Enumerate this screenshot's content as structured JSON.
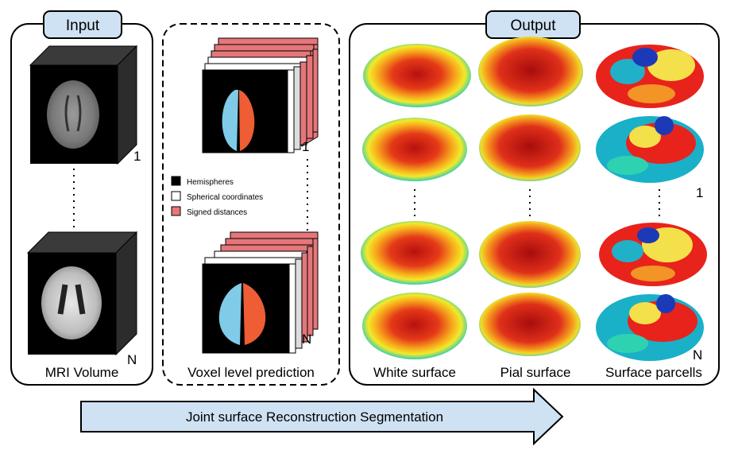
{
  "input_panel": {
    "tab_label": "Input",
    "caption": "MRI Volume",
    "index_first": "1",
    "index_last": "N"
  },
  "prediction_panel": {
    "caption": "Voxel level prediction",
    "index_first": "1",
    "index_last": "N",
    "legend": [
      {
        "label": "Hemispheres",
        "color": "#000000"
      },
      {
        "label": "Spherical coordinates",
        "color": "#ffffff"
      },
      {
        "label": "Signed distances",
        "color": "#e5767a"
      }
    ]
  },
  "output_panel": {
    "tab_label": "Output",
    "columns": [
      "White surface",
      "Pial surface",
      "Surface parcells"
    ],
    "index_first": "1",
    "index_last": "N"
  },
  "arrow_label": "Joint surface Reconstruction Segmentation",
  "colors": {
    "tab_fill": "#cfe2f3",
    "arrow_fill": "#cfe2f3",
    "left_hemisphere": "#7fcbe8",
    "right_hemisphere": "#ee5d34",
    "slab_fill": "#e5767a"
  }
}
